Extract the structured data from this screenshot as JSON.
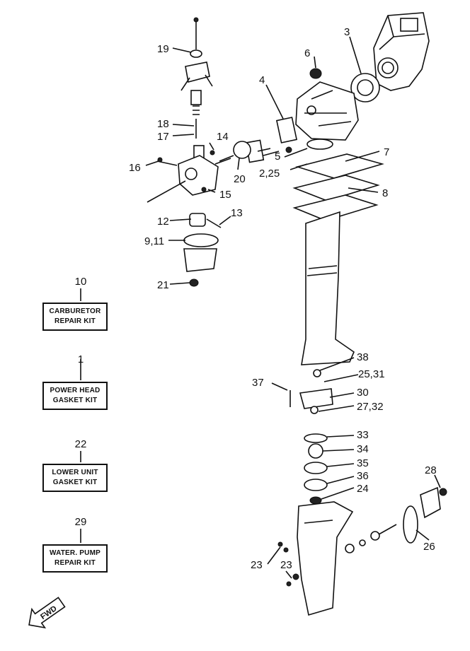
{
  "kits": [
    {
      "number": "10",
      "line1": "CARBURETOR",
      "line2": "REPAIR  KIT"
    },
    {
      "number": "1",
      "line1": "POWER HEAD",
      "line2": "GASKET KIT"
    },
    {
      "number": "22",
      "line1": "LOWER  UNIT",
      "line2": "GASKET KIT"
    },
    {
      "number": "29",
      "line1": "WATER. PUMP",
      "line2": "REPAIR  KIT"
    }
  ],
  "callouts": {
    "c19": "19",
    "c18": "18",
    "c17": "17",
    "c14": "14",
    "c16": "16",
    "c15": "15",
    "c12": "12",
    "c13": "13",
    "c9_11": "9,11",
    "c21": "21",
    "c20": "20",
    "c6": "6",
    "c3": "3",
    "c4": "4",
    "c5": "5",
    "c2_25": "2,25",
    "c7": "7",
    "c8": "8",
    "c38": "38",
    "c25_31": "25,31",
    "c37": "37",
    "c30": "30",
    "c27_32": "27,32",
    "c33": "33",
    "c34": "34",
    "c35": "35",
    "c36": "36",
    "c24": "24",
    "c28": "28",
    "c26": "26",
    "c23a": "23",
    "c23b": "23"
  },
  "fwd_label": "FWD"
}
